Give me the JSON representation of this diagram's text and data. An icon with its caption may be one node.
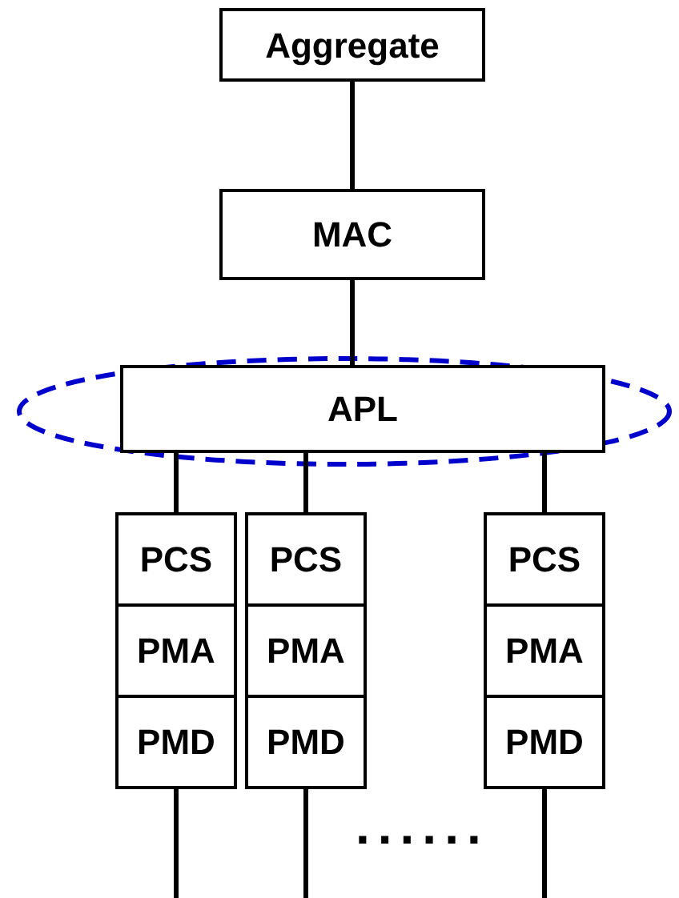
{
  "diagram": {
    "nodes": [
      {
        "text": [
          "Aggregate"
        ]
      },
      {
        "text": [
          "MAC"
        ]
      },
      {
        "text": [
          "APL"
        ]
      },
      {
        "text": [
          "PCS"
        ]
      },
      {
        "text": [
          "PMA"
        ]
      },
      {
        "text": [
          "PMD"
        ]
      },
      {
        "text": [
          "PCS"
        ]
      },
      {
        "text": [
          "PMA"
        ]
      },
      {
        "text": [
          "PMD"
        ]
      },
      {
        "text": [
          "PCS"
        ]
      },
      {
        "text": [
          "PMA"
        ]
      },
      {
        "text": [
          "PMD"
        ]
      }
    ],
    "edges": [
      {
        "from": 0,
        "to": 1,
        "arrow": "none"
      },
      {
        "from": 1,
        "to": 2,
        "arrow": "none"
      },
      {
        "from": 2,
        "to": 3,
        "arrow": "none"
      },
      {
        "from": 2,
        "to": 6,
        "arrow": "none"
      },
      {
        "from": 2,
        "to": 9,
        "arrow": "none"
      },
      {
        "from": 5,
        "to": null,
        "arrow": "none"
      },
      {
        "from": 8,
        "to": null,
        "arrow": "none"
      },
      {
        "from": 11,
        "to": null,
        "arrow": "none"
      }
    ],
    "labels": [
      "......"
    ]
  }
}
